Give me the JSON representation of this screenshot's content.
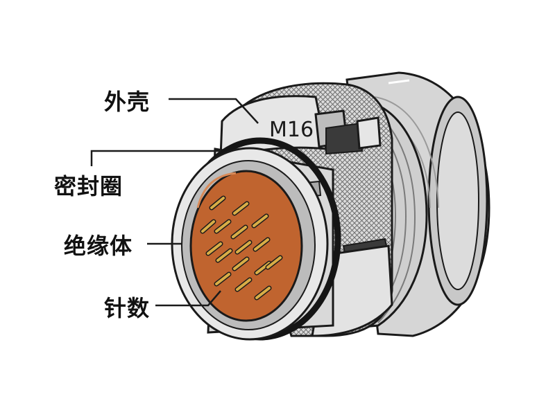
{
  "labels": {
    "shell": "外壳",
    "seal": "密封圈",
    "insulator": "绝缘体",
    "pins": "针数"
  },
  "marking": "M16",
  "colors": {
    "outline": "#1a1a1a",
    "metal_light": "#e4e4e4",
    "metal_mid": "#c4c4c4",
    "metal_dark": "#8e8e8e",
    "seal_ring": "#151515",
    "insulator": "#c0642f",
    "pin_gold": "#d8ad46"
  }
}
